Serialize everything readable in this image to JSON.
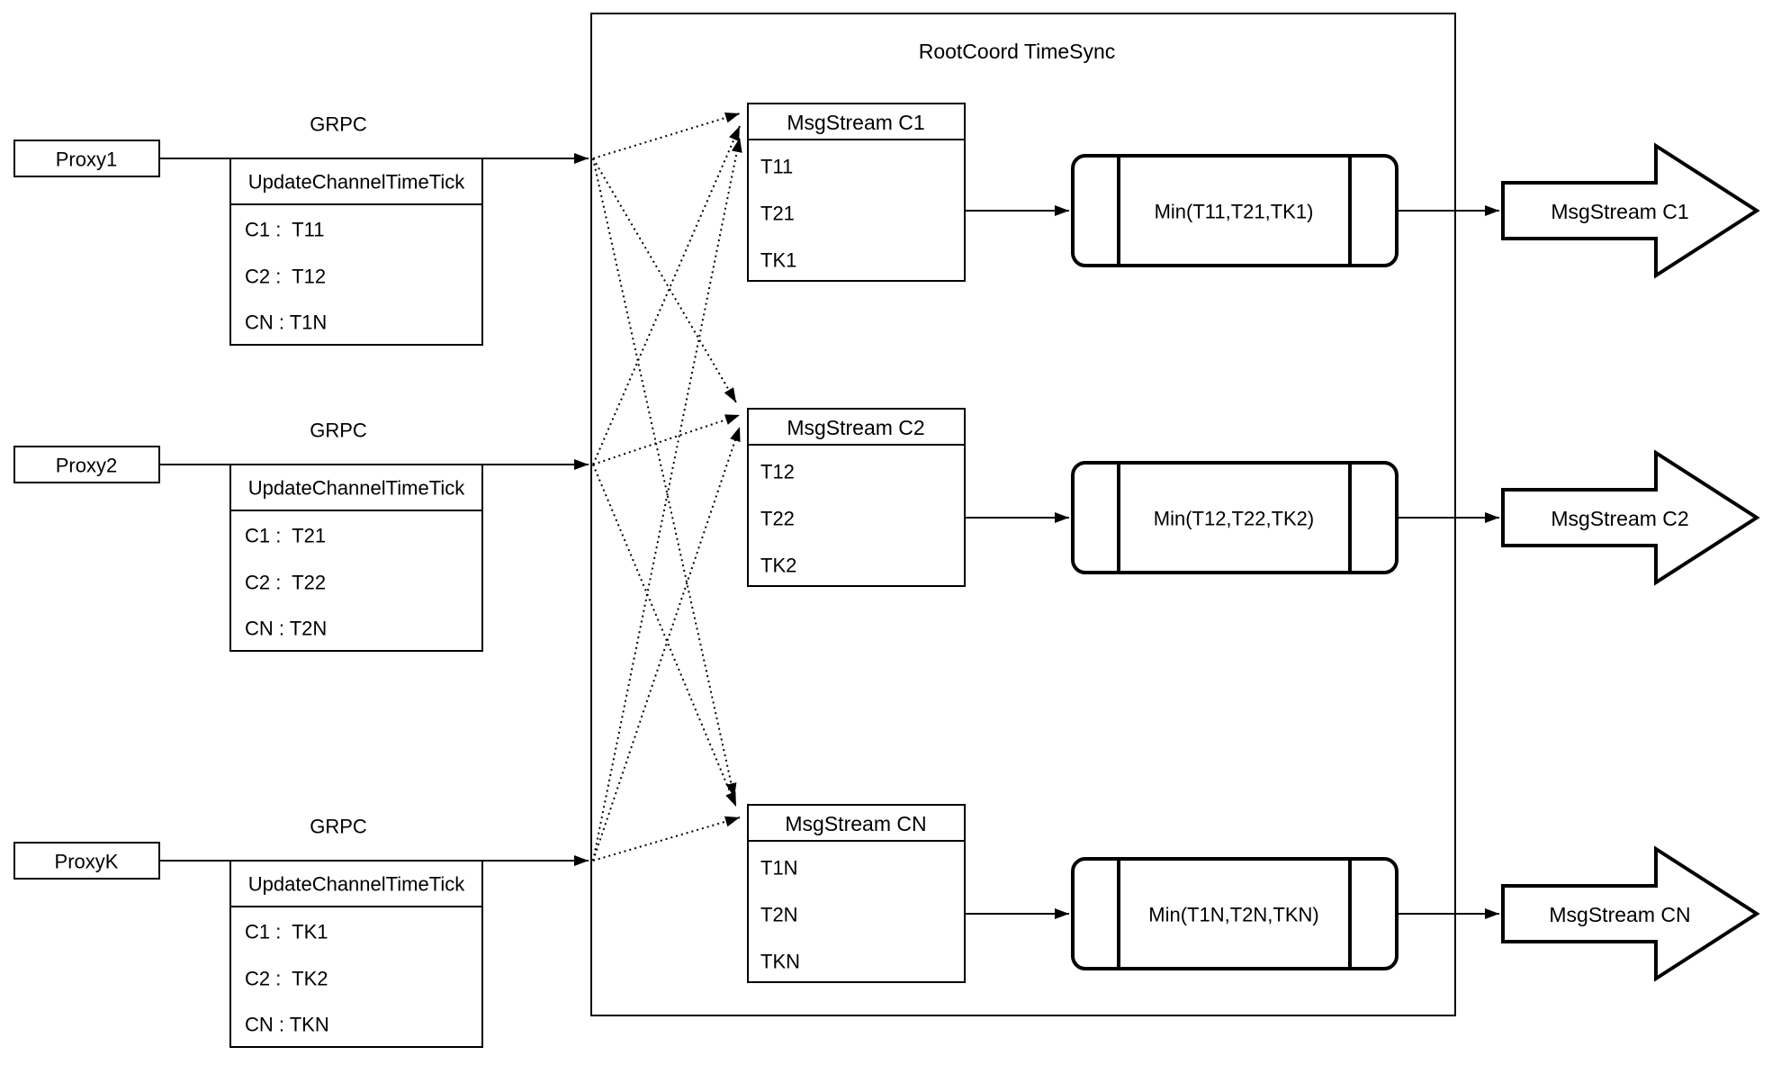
{
  "diagram": {
    "title": "RootCoord TimeSync",
    "colors": {
      "stroke": "#000000",
      "background": "#ffffff"
    },
    "rows": [
      {
        "proxy_label": "Proxy1",
        "grpc_label": "GRPC",
        "update_table": {
          "header": "UpdateChannelTimeTick",
          "rows": [
            "C1 :  T11",
            "C2 :  T12",
            "CN : T1N"
          ]
        },
        "msgstream_table": {
          "header": "MsgStream C1",
          "rows": [
            "T11",
            "T21",
            "TK1"
          ]
        },
        "min_label": "Min(T11,T21,TK1)",
        "out_arrow_label": "MsgStream C1"
      },
      {
        "proxy_label": "Proxy2",
        "grpc_label": "GRPC",
        "update_table": {
          "header": "UpdateChannelTimeTick",
          "rows": [
            "C1 :  T21",
            "C2 :  T22",
            "CN : T2N"
          ]
        },
        "msgstream_table": {
          "header": "MsgStream C2",
          "rows": [
            "T12",
            "T22",
            "TK2"
          ]
        },
        "min_label": "Min(T12,T22,TK2)",
        "out_arrow_label": "MsgStream C2"
      },
      {
        "proxy_label": "ProxyK",
        "grpc_label": "GRPC",
        "update_table": {
          "header": "UpdateChannelTimeTick",
          "rows": [
            "C1 :  TK1",
            "C2 :  TK2",
            "CN : TKN"
          ]
        },
        "msgstream_table": {
          "header": "MsgStream CN",
          "rows": [
            "T1N",
            "T2N",
            "TKN"
          ]
        },
        "min_label": "Min(T1N,T2N,TKN)",
        "out_arrow_label": "MsgStream CN"
      }
    ]
  }
}
